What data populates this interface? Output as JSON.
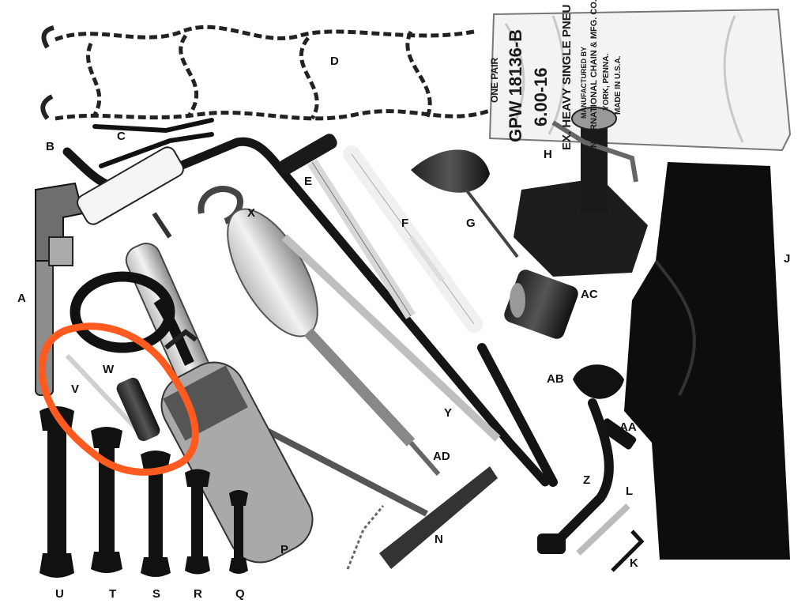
{
  "labels": {
    "A": "A",
    "B": "B",
    "C": "C",
    "D": "D",
    "E": "E",
    "F": "F",
    "G": "G",
    "H": "H",
    "J": "J",
    "K": "K",
    "L": "L",
    "N": "N",
    "P": "P",
    "Q": "Q",
    "R": "R",
    "S": "S",
    "T": "T",
    "U": "U",
    "V": "V",
    "W": "W",
    "X": "X",
    "Y": "Y",
    "Z": "Z",
    "AA": "AA",
    "AB": "AB",
    "AC": "AC",
    "AD": "AD"
  },
  "bag_text": {
    "line1": "ONE PAIR",
    "line2": "GPW 18136-B",
    "line3": "6.00-16",
    "line4": "EX. HEAVY SINGLE PNEU",
    "line5": "MANUFACTURED BY",
    "line6": "INTERNATIONAL CHAIN & MFG. CO.",
    "line7": "YORK, PENNA.",
    "line8": "MADE IN U.S.A."
  },
  "colors": {
    "ink": "#111111",
    "metal_light": "#d9d9d9",
    "metal_mid": "#9a9a9a",
    "highlight_circle": "#ff5a1f",
    "paper": "#ffffff"
  }
}
